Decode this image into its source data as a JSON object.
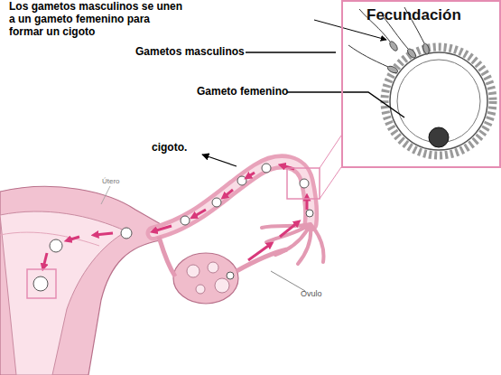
{
  "diagram": {
    "nodes": [
      {
        "text": [
          "Fecundación"
        ]
      }
    ],
    "labels": [
      "Los gametos masculinos se unen a un gameto femenino para formar un cigoto",
      "Gametos masculinos",
      "Gameto femenino",
      "cigoto.",
      "Útero",
      "Ovulo"
    ]
  }
}
